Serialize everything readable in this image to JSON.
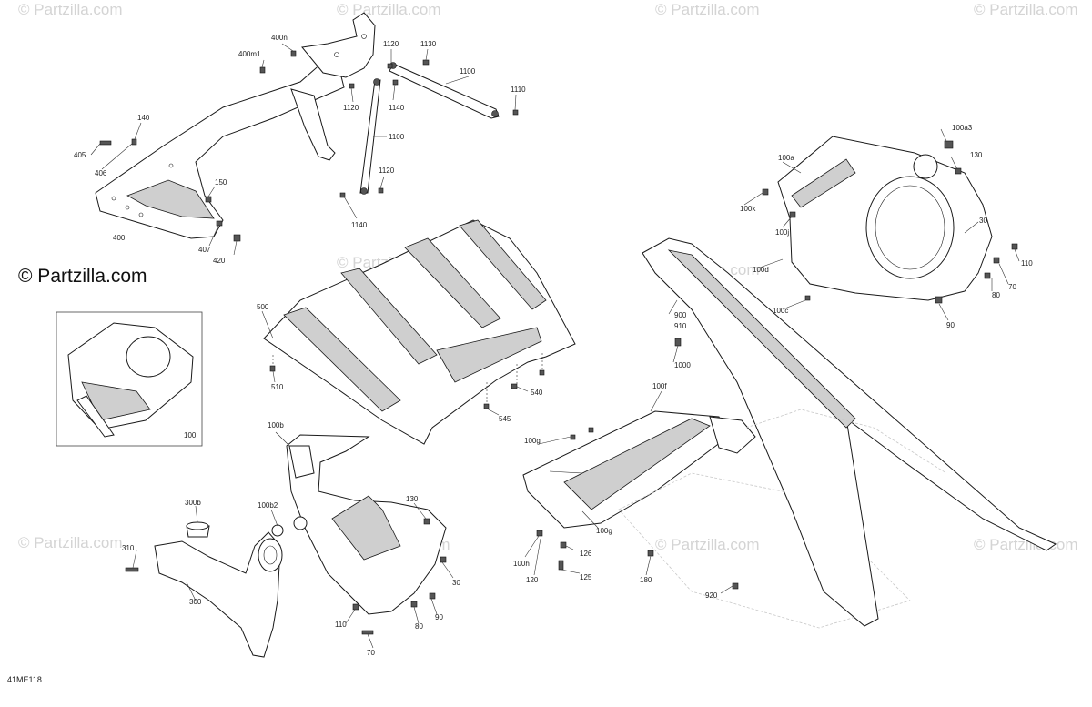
{
  "diagram_code": "41ME118",
  "brand_mark": "© Partzilla.com",
  "watermark_text": "© Partzilla.com",
  "labels": {
    "l400n": "400n",
    "l400m1": "400m1",
    "l1120a": "1120",
    "l1130": "1130",
    "l1100a": "1100",
    "l1110": "1110",
    "l1120b": "1120",
    "l1140a": "1140",
    "l1100b": "1100",
    "l1120c": "1120",
    "l1140b": "1140",
    "l140a": "140",
    "l405": "405",
    "l406": "406",
    "l150": "150",
    "l400": "400",
    "l407": "407",
    "l420": "420",
    "l100a3": "100a3",
    "l100a": "100a",
    "l130a": "130",
    "l100k": "100k",
    "l100j": "100j",
    "l30a": "30",
    "l100d": "100d",
    "l110a": "110",
    "l80a": "80",
    "l70a": "70",
    "l100c": "100c",
    "l90a": "90",
    "l900": "900",
    "l910": "910",
    "l1000": "1000",
    "l500": "500",
    "l510": "510",
    "l540": "540",
    "l545": "545",
    "l100": "100",
    "l100b": "100b",
    "l100f": "100f",
    "l100g1": "100g",
    "l100g2": "100g",
    "l300b": "300b",
    "l100b2": "100b2",
    "l130b": "130",
    "l310": "310",
    "l300": "300",
    "l30b": "30",
    "l110b": "110",
    "l80b": "80",
    "l90b": "90",
    "l70b": "70",
    "l100h": "100h",
    "l126": "126",
    "l120": "120",
    "l125": "125",
    "l180": "180",
    "l920": "920"
  }
}
